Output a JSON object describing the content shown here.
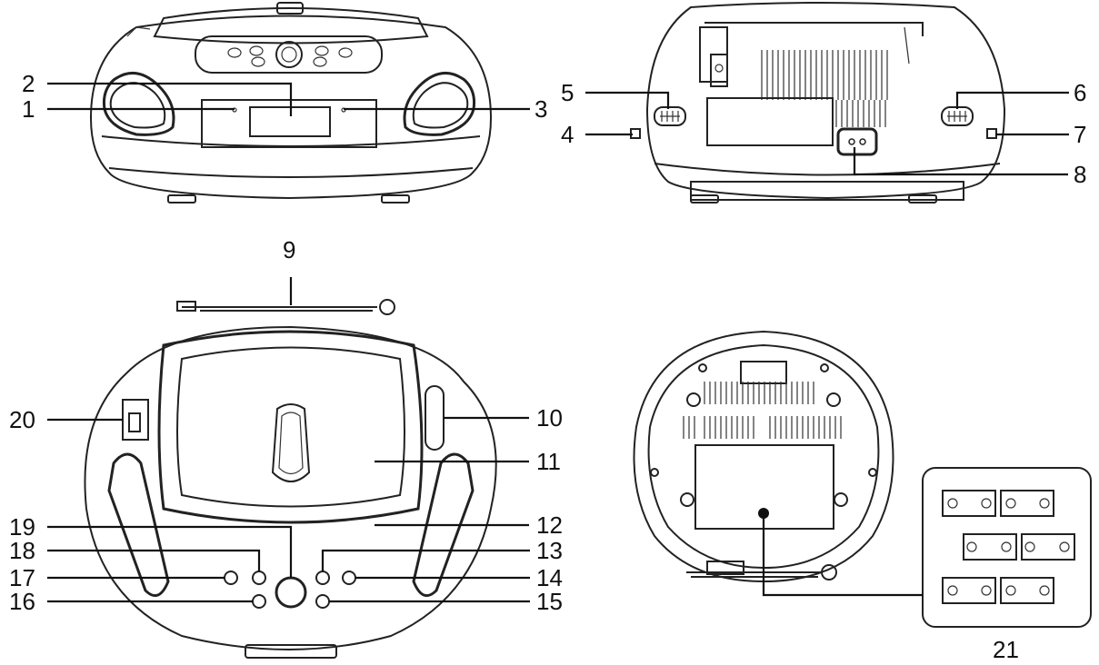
{
  "views": {
    "front": {
      "callouts": [
        "1",
        "2",
        "3"
      ]
    },
    "back": {
      "callouts": [
        "4",
        "5",
        "6",
        "7",
        "8"
      ]
    },
    "top": {
      "callouts": [
        "9",
        "10",
        "11",
        "12",
        "13",
        "14",
        "15",
        "16",
        "17",
        "18",
        "19",
        "20"
      ]
    },
    "bottom": {
      "callouts": [
        "21"
      ]
    }
  }
}
